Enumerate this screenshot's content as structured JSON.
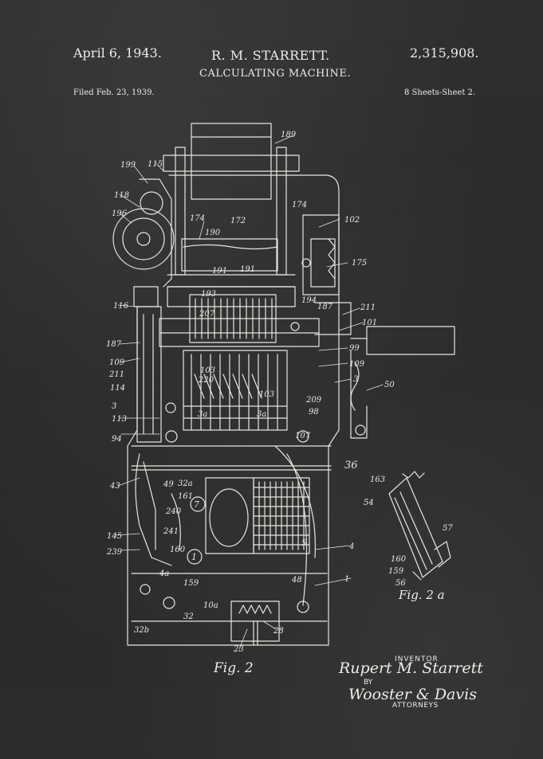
{
  "header": {
    "date": "April 6, 1943.",
    "inventor": "R. M. STARRETT.",
    "patent_number": "2,315,908.",
    "title": "CALCULATING MACHINE.",
    "filed": "Filed Feb. 23, 1939.",
    "sheets": "8 Sheets-Sheet 2."
  },
  "figures": {
    "main_label": "Fig. 2",
    "detail_label": "Fig. 2 a"
  },
  "signature": {
    "inventor_label": "INVENTOR",
    "inventor_signature": "Rupert M. Starrett",
    "by_label": "BY",
    "attorney_signature": "Wooster & Davis",
    "attorneys_label": "ATTORNEYS"
  },
  "reference_numerals": {
    "n189": "189",
    "n199": "199",
    "n115": "115",
    "n118": "118",
    "n196": "196",
    "n174a": "174",
    "n172": "172",
    "n174b": "174",
    "n102": "102",
    "n190": "190",
    "n175": "175",
    "n191a": "191",
    "n191b": "191",
    "n193": "193",
    "n116": "116",
    "n194": "194",
    "n187a": "187",
    "n207": "207",
    "n211a": "211",
    "n101": "101",
    "n187b": "187",
    "n99": "99",
    "n109a": "109",
    "n103a": "103",
    "n109b": "109",
    "n211b": "211",
    "n220": "220",
    "n3a": "3",
    "n114": "114",
    "n103b": "103",
    "n50": "50",
    "n3b": "3",
    "n209": "209",
    "n113": "113",
    "n98": "98",
    "n3a_lbl": "3a",
    "n3a2": "3a",
    "n94": "94",
    "n107": "107",
    "n36": "36",
    "n43": "43",
    "n163": "163",
    "n54": "54",
    "n49": "49",
    "n32a": "32a",
    "n161": "161",
    "n7": "7",
    "n240": "240",
    "n145": "145",
    "n241": "241",
    "n57": "57",
    "n5": "5",
    "n4": "4",
    "n239": "239",
    "n160a": "160",
    "n1": "1",
    "n160b": "160",
    "n159a": "159",
    "n56": "56",
    "n4a": "4a",
    "n159b": "159",
    "n48": "48",
    "n1b": "1",
    "n10a": "10a",
    "n32": "32",
    "n32b": "32b",
    "n28": "28",
    "n23": "23"
  },
  "colors": {
    "chalkboard": "#2b2b2b",
    "chalk": "#e9e9e4"
  }
}
